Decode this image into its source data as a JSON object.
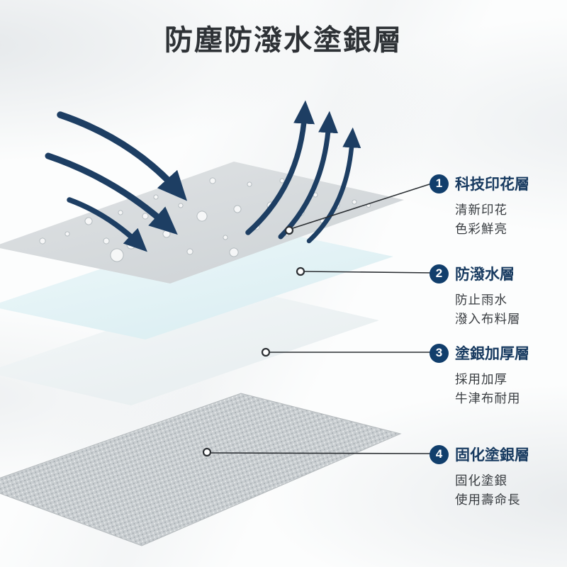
{
  "page": {
    "title": "防塵防潑水塗銀層"
  },
  "callouts": [
    {
      "number": "1",
      "title": "科技印花層",
      "desc_line1": "清新印花",
      "desc_line2": "色彩鮮亮"
    },
    {
      "number": "2",
      "title": "防潑水層",
      "desc_line1": "防止雨水",
      "desc_line2": "潑入布料層"
    },
    {
      "number": "3",
      "title": "塗銀加厚層",
      "desc_line1": "採用加厚",
      "desc_line2": "牛津布耐用"
    },
    {
      "number": "4",
      "title": "固化塗銀層",
      "desc_line1": "固化塗銀",
      "desc_line2": "使用壽命長"
    }
  ],
  "colors": {
    "title_text": "#2e3236",
    "badge_navy": "#113e6c",
    "callout_title_navy": "#173a60",
    "desc_text": "#393d41",
    "arrow_navy": "#1d3e63",
    "leader_line": "#2b2f33",
    "layer_print_fill": "#d6dadd",
    "layer_water_repellent_fill": "#e4f4f7",
    "layer_silver_thickened_fill": "#eef3f4",
    "layer_cured_silver_fill": "#c9ced1"
  }
}
